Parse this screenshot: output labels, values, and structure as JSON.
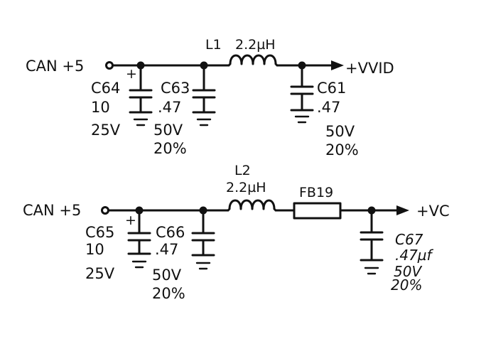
{
  "circuit_top": {
    "input_label": "CAN +5",
    "output_label": "+VVID",
    "inductor": {
      "ref": "L1",
      "value": "2.2µH"
    },
    "c64": {
      "ref": "C64",
      "value": "10",
      "voltage": "25V"
    },
    "c63": {
      "ref": "C63",
      "value": ".47",
      "voltage": "50V",
      "tolerance": "20%"
    },
    "c61": {
      "ref": "C61",
      "value": ".47",
      "voltage": "50V",
      "tolerance": "20%"
    }
  },
  "circuit_bottom": {
    "input_label": "CAN +5",
    "output_label": "+VC",
    "inductor": {
      "ref": "L2",
      "value": "2.2µH"
    },
    "ferrite": {
      "ref": "FB19"
    },
    "c65": {
      "ref": "C65",
      "value": "10",
      "voltage": "25V"
    },
    "c66": {
      "ref": "C66",
      "value": ".47",
      "voltage": "50V",
      "tolerance": "20%"
    },
    "c67": {
      "ref": "C67",
      "value": ".47µf",
      "voltage": "50V",
      "tolerance": "20%"
    }
  },
  "polarity_mark": "+",
  "colors": {
    "ink": "#111111",
    "paper": "#ffffff"
  }
}
